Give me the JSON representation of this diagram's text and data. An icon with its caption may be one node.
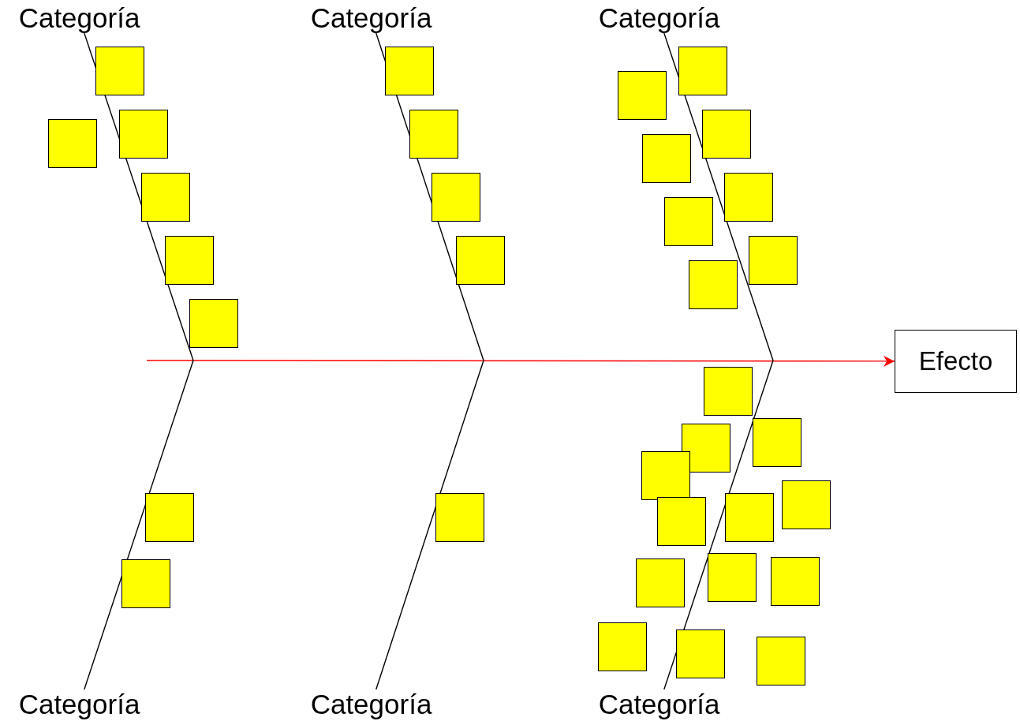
{
  "diagram": {
    "nodes": [
      {
        "text": [
          "Categoría"
        ]
      },
      {
        "text": [
          "Categoría"
        ]
      },
      {
        "text": [
          "Categoría"
        ]
      },
      {
        "text": [],
        "shape": "box"
      },
      {
        "text": [],
        "shape": "box"
      },
      {
        "text": [],
        "shape": "box"
      },
      {
        "text": [],
        "shape": "box"
      },
      {
        "text": [],
        "shape": "box"
      },
      {
        "text": [],
        "shape": "box"
      },
      {
        "text": [],
        "shape": "box"
      },
      {
        "text": [],
        "shape": "box"
      },
      {
        "text": [],
        "shape": "box"
      },
      {
        "text": [],
        "shape": "box"
      },
      {
        "text": [],
        "shape": "box"
      },
      {
        "text": [],
        "shape": "box"
      },
      {
        "text": [],
        "shape": "box"
      },
      {
        "text": [],
        "shape": "box"
      },
      {
        "text": [],
        "shape": "box"
      },
      {
        "text": [],
        "shape": "box"
      },
      {
        "text": [],
        "shape": "box"
      },
      {
        "text": [],
        "shape": "box"
      },
      {
        "text": [
          "Efecto"
        ]
      },
      {
        "text": [],
        "shape": "box"
      },
      {
        "text": [],
        "shape": "box"
      },
      {
        "text": [],
        "shape": "box"
      },
      {
        "text": [],
        "shape": "box"
      },
      {
        "text": [],
        "shape": "box"
      },
      {
        "text": [],
        "shape": "box"
      },
      {
        "text": [],
        "shape": "box"
      },
      {
        "text": [],
        "shape": "box"
      },
      {
        "text": [],
        "shape": "box"
      },
      {
        "text": [],
        "shape": "box"
      },
      {
        "text": [],
        "shape": "box"
      },
      {
        "text": [],
        "shape": "box"
      },
      {
        "text": [],
        "shape": "box"
      },
      {
        "text": [],
        "shape": "box"
      },
      {
        "text": [],
        "shape": "box"
      },
      {
        "text": [],
        "shape": "box"
      },
      {
        "text": [
          "Categoría"
        ]
      },
      {
        "text": [
          "Categoría"
        ]
      },
      {
        "text": [
          "Categoría"
        ]
      }
    ],
    "edges": [
      {
        "from": null,
        "to": 21,
        "arrow": "to",
        "color": "#ff0000"
      },
      {
        "from": 0,
        "to": null,
        "arrow": "none"
      },
      {
        "from": 1,
        "to": null,
        "arrow": "none"
      },
      {
        "from": 2,
        "to": null,
        "arrow": "none"
      },
      {
        "from": 38,
        "to": null,
        "arrow": "none"
      },
      {
        "from": 39,
        "to": null,
        "arrow": "none"
      },
      {
        "from": 40,
        "to": null,
        "arrow": "none"
      }
    ]
  }
}
